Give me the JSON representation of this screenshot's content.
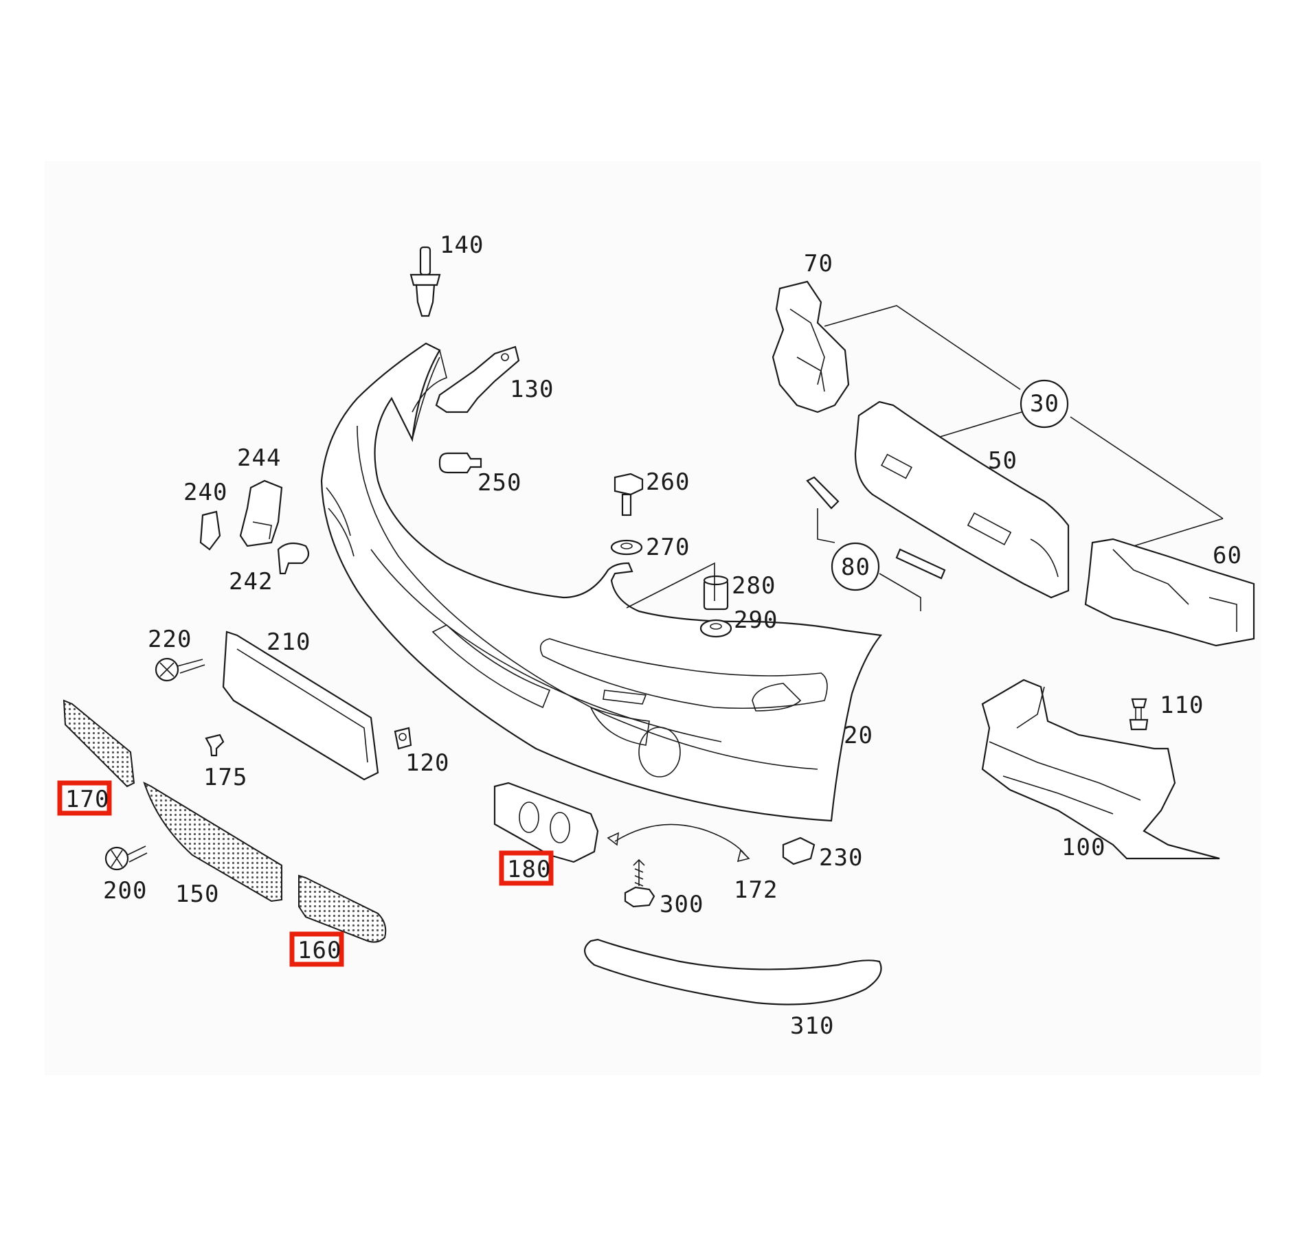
{
  "diagram": {
    "part_labels": [
      "140",
      "130",
      "250",
      "260",
      "270",
      "280",
      "290",
      "70",
      "30",
      "50",
      "60",
      "80",
      "244",
      "240",
      "242",
      "220",
      "210",
      "175",
      "120",
      "170",
      "200",
      "150",
      "160",
      "180",
      "172",
      "230",
      "300",
      "310",
      "20",
      "100",
      "110"
    ],
    "highlighted_labels": [
      "170",
      "160",
      "180"
    ],
    "highlight_color": "#e8200c",
    "group_marker_labels": [
      "30",
      "80"
    ]
  }
}
